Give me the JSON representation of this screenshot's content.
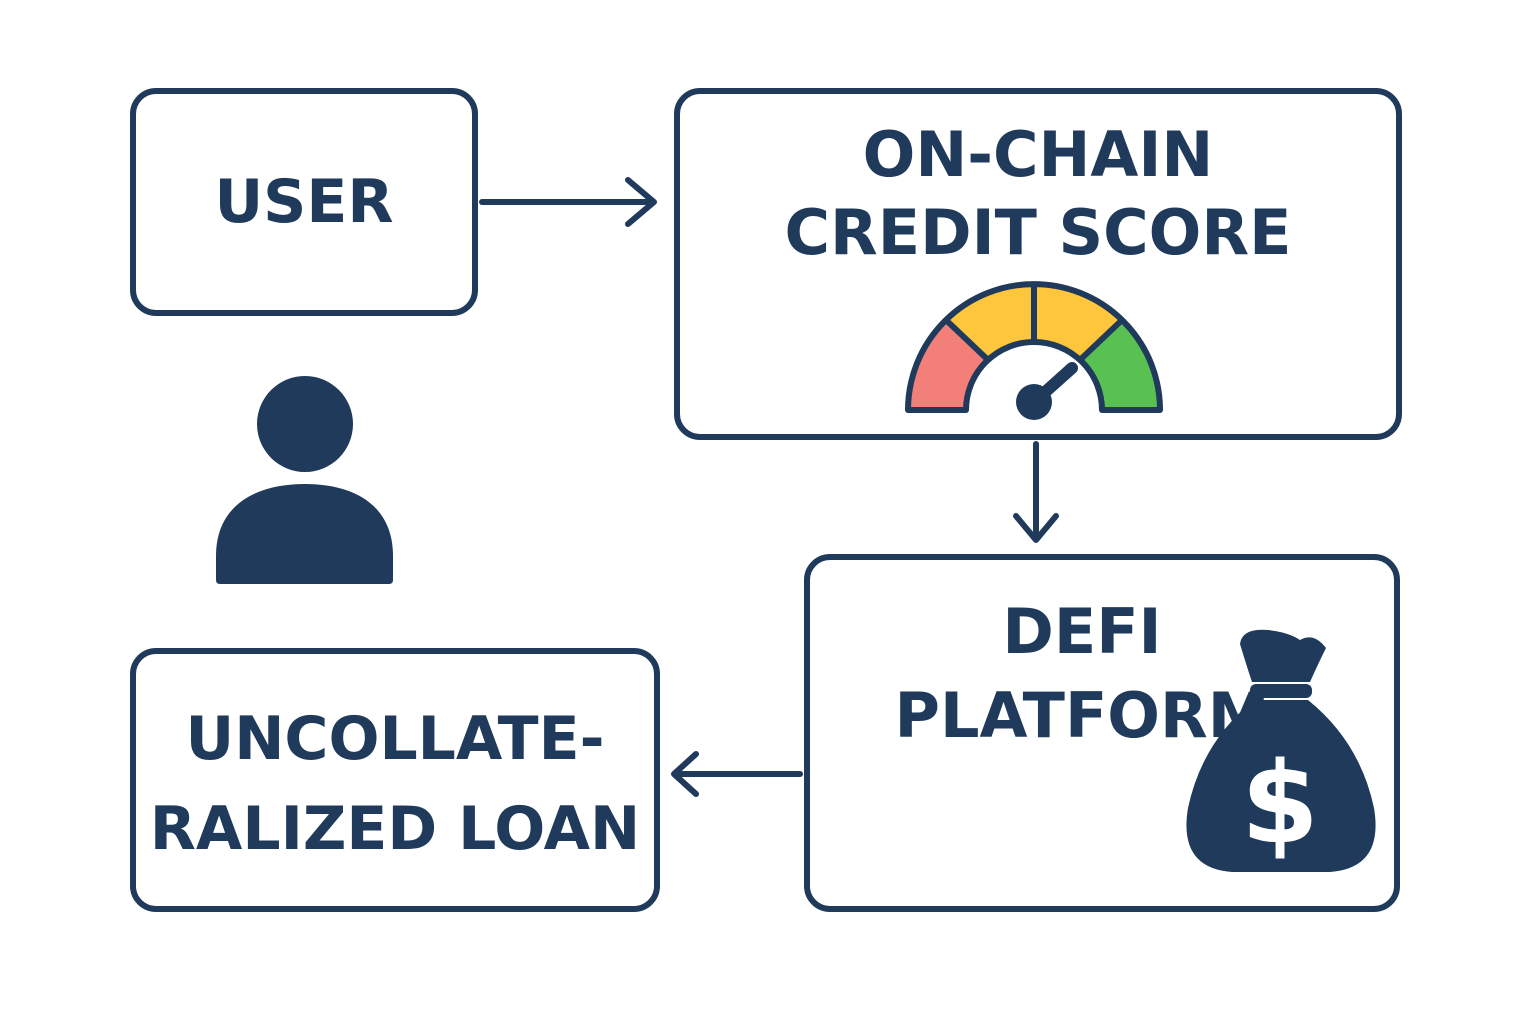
{
  "nodes": {
    "user": {
      "title": "USER"
    },
    "credit_score": {
      "line1": "ON-CHAIN",
      "line2": "CREDIT SCORE"
    },
    "defi_platform": {
      "line1": "DEFI",
      "line2": "PLATFORM"
    },
    "loan": {
      "line1": "UNCOLLATE-",
      "line2": "RALIZED LOAN"
    }
  },
  "icons": {
    "person": "person-icon",
    "gauge": "credit-gauge-icon",
    "money_bag": "money-bag-icon",
    "dollar_sign": "$"
  },
  "colors": {
    "ink": "#1f3a5a",
    "gauge_red": "#f27f78",
    "gauge_yellow": "#fdc63c",
    "gauge_green": "#58c152",
    "background": "#ffffff"
  }
}
